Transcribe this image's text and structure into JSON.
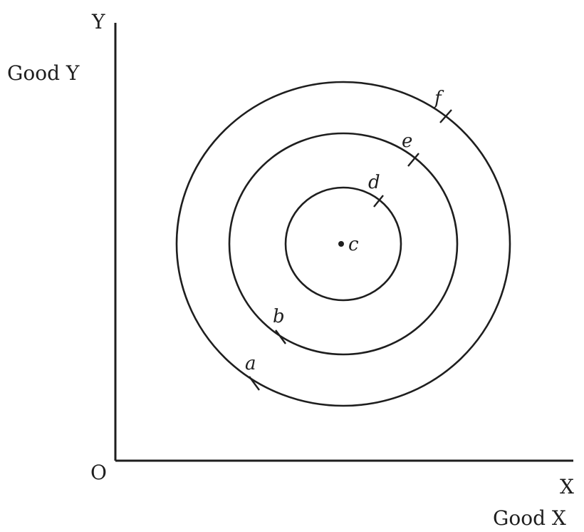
{
  "axes": {
    "y_letter": "Y",
    "y_name": "Good Y",
    "x_letter": "X",
    "x_name": "Good X",
    "origin": "O"
  },
  "points": {
    "a": "a",
    "b": "b",
    "c": "c",
    "d": "d",
    "e": "e",
    "f": "f"
  },
  "colors": {
    "ink": "#1e1e1e",
    "background": "#ffffff"
  }
}
